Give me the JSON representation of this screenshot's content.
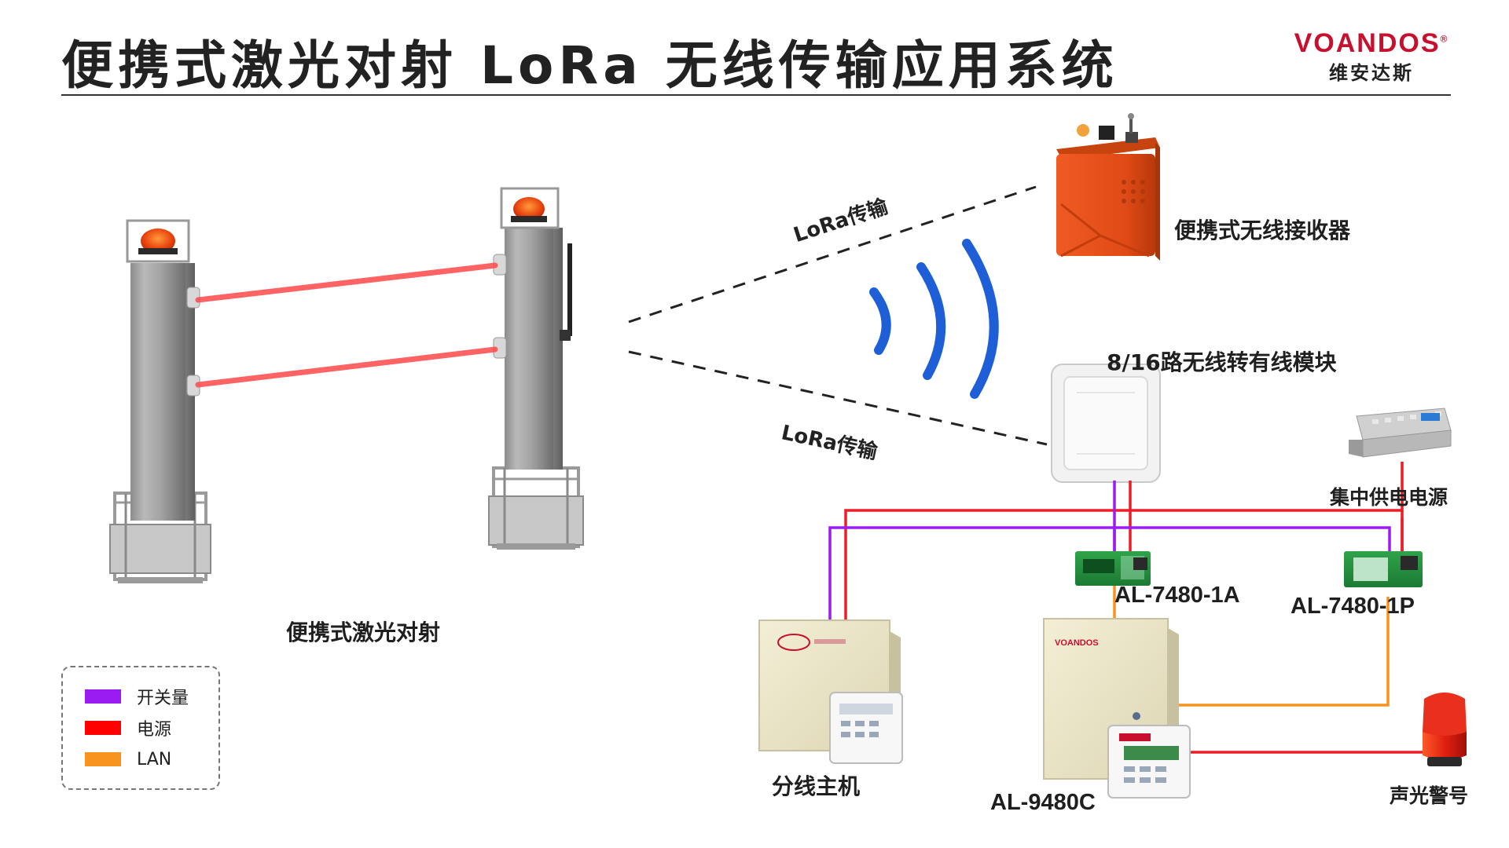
{
  "header": {
    "title": "便携式激光对射 LoRa 无线传输应用系统",
    "brand": {
      "name": "VOANDOS",
      "registered": "®",
      "chinese": "维安达斯"
    }
  },
  "devices": {
    "laser_pair": {
      "label": "便携式激光对射"
    },
    "receiver": {
      "label": "便携式无线接收器"
    },
    "wireless_module": {
      "label": "8/16路无线转有线模块"
    },
    "power_supply": {
      "label": "集中供电电源"
    },
    "module_a": {
      "label": "AL-7480-1A"
    },
    "module_p": {
      "label": "AL-7480-1P"
    },
    "zone_host": {
      "label": "分线主机"
    },
    "alarm_host": {
      "label": "AL-9480C",
      "panel_brand": "VOANDOS"
    },
    "strobe": {
      "label": "声光警号"
    }
  },
  "links": {
    "lora_upper": "LoRa传输",
    "lora_lower": "LoRa传输"
  },
  "legend": {
    "items": [
      {
        "label": "开关量",
        "color": "#9b1cf2"
      },
      {
        "label": "电源",
        "color": "#ff0000"
      },
      {
        "label": "LAN",
        "color": "#f7931e"
      }
    ]
  },
  "colors": {
    "switch": "#9b1cf2",
    "power": "#ee1c25",
    "lan": "#f7931e",
    "laser_beam": "#ff3b3b",
    "wave": "#1e5fd8",
    "brand": "#c8102e"
  }
}
